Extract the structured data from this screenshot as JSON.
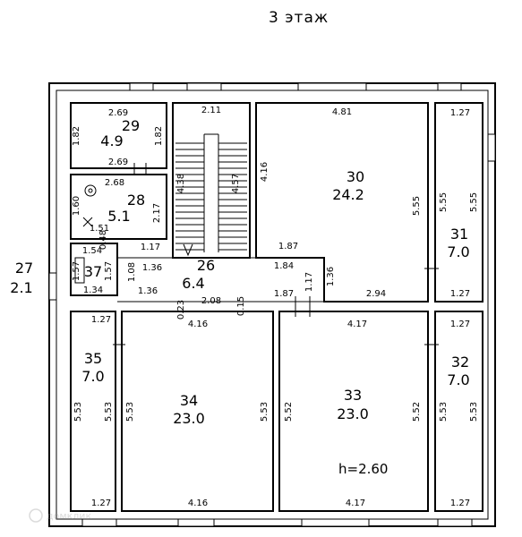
{
  "title": "3 этаж",
  "ceiling_height": "h=2.60",
  "watermark": "домклик",
  "outside_room": {
    "number": "27",
    "area": "2.1"
  },
  "rooms": [
    {
      "number": "29",
      "area": "4.9"
    },
    {
      "number": "28",
      "area": "5.1"
    },
    {
      "number": "37",
      "area": ""
    },
    {
      "number": "26",
      "area": "6.4"
    },
    {
      "number": "30",
      "area": "24.2"
    },
    {
      "number": "31",
      "area": "7.0"
    },
    {
      "number": "35",
      "area": "7.0"
    },
    {
      "number": "34",
      "area": "23.0"
    },
    {
      "number": "33",
      "area": "23.0"
    },
    {
      "number": "32",
      "area": "7.0"
    }
  ],
  "dimensions": [
    "2.69",
    "1.82",
    "1.82",
    "2.69",
    "2.68",
    "1.60",
    "2.17",
    "1.51",
    "0.48",
    "1.17",
    "1.54",
    "1.57",
    "1.57",
    "1.34",
    "1.08",
    "1.36",
    "1.36",
    "2.11",
    "4.38",
    "4.57",
    "4.81",
    "4.16",
    "5.55",
    "1.87",
    "1.84",
    "1.17",
    "1.36",
    "2.94",
    "1.87",
    "0.23",
    "2.08",
    "0.15",
    "4.16",
    "4.17",
    "1.27",
    "5.55",
    "5.55",
    "1.27",
    "1.27",
    "5.53",
    "5.53",
    "1.27",
    "5.53",
    "5.53",
    "4.16",
    "5.52",
    "5.52",
    "4.17",
    "1.27",
    "5.53",
    "5.53",
    "1.27"
  ]
}
